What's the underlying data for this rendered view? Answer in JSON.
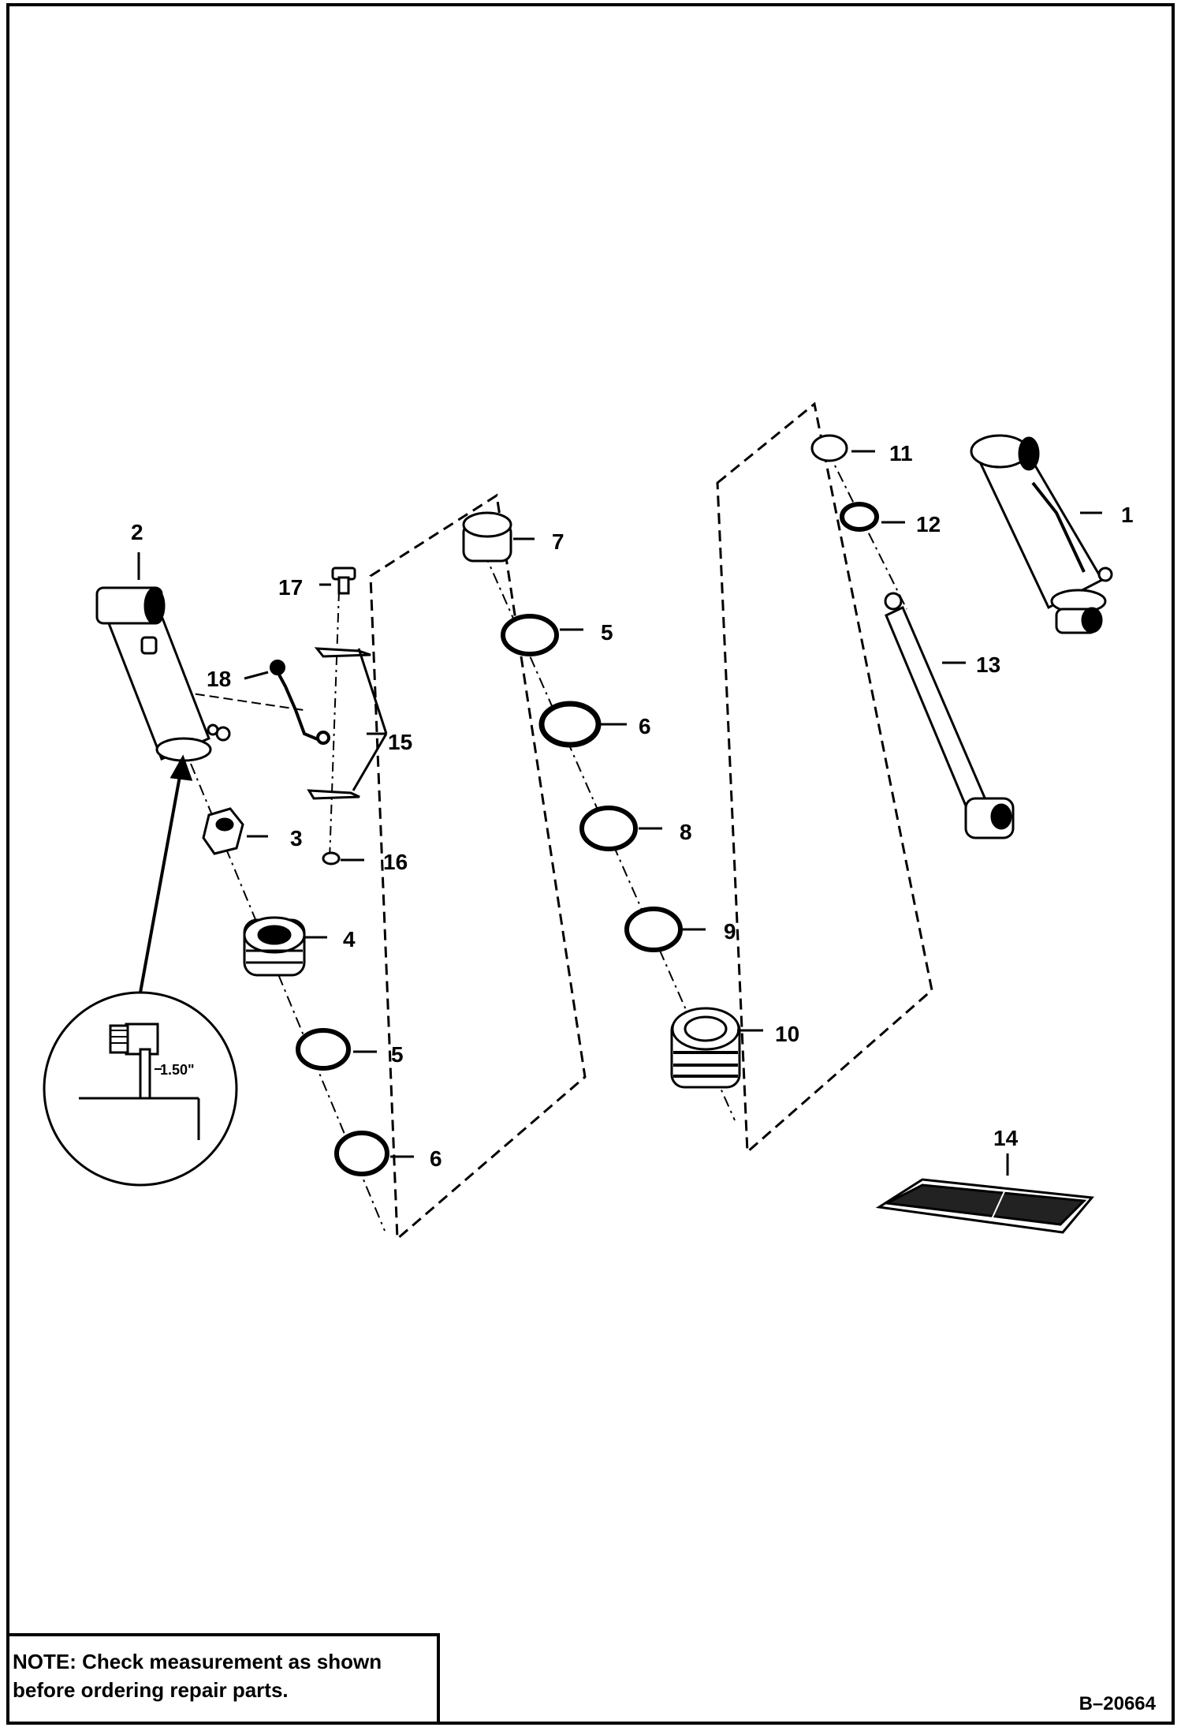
{
  "callouts": [
    "1",
    "2",
    "3",
    "4",
    "5",
    "6",
    "7",
    "5",
    "6",
    "8",
    "9",
    "10",
    "11",
    "12",
    "13",
    "14",
    "15",
    "16",
    "17",
    "18"
  ],
  "detail_dimension": "1.50\"",
  "note": {
    "line1": "NOTE: Check measurement as shown",
    "line2": "before ordering repair parts."
  },
  "figure_id": "B–20664"
}
